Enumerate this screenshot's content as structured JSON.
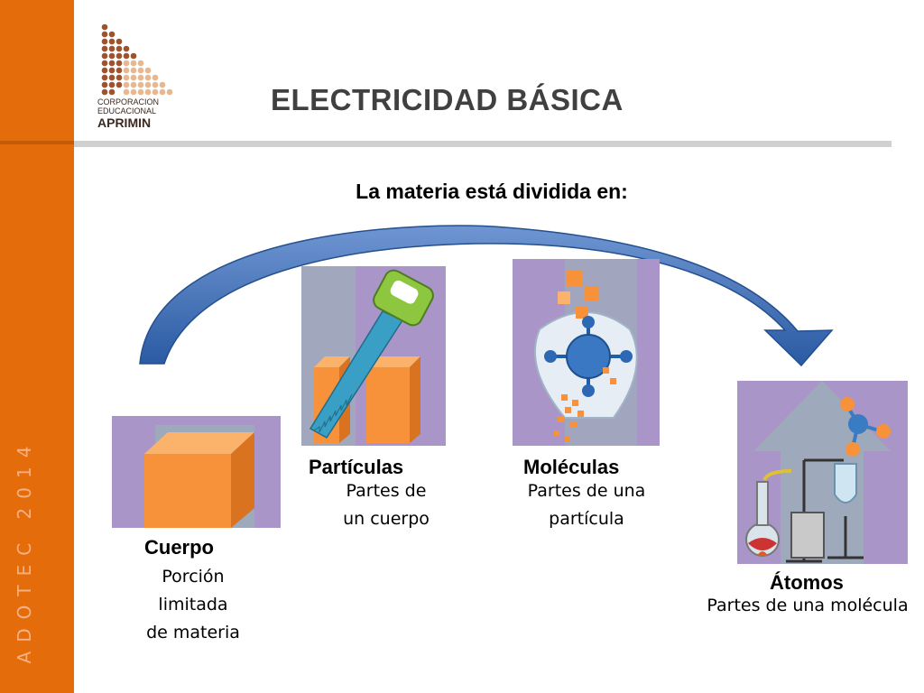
{
  "slide": {
    "title": "ELECTRICIDAD BÁSICA",
    "subtitle": "La materia está  dividida en:",
    "side_text": "ADOTEC 2014",
    "logo": {
      "line1": "CORPORACION",
      "line2": "EDUCACIONAL",
      "brand": "APRIMIN"
    }
  },
  "items": [
    {
      "label": "Cuerpo",
      "desc": [
        "Porción",
        "limitada",
        "de materia"
      ]
    },
    {
      "label": "Partículas",
      "desc": [
        "Partes de",
        "un cuerpo"
      ]
    },
    {
      "label": "Moléculas",
      "desc": [
        "Partes de una",
        "partícula"
      ]
    },
    {
      "label": "Átomos",
      "desc": [
        "Partes de una molécula"
      ]
    }
  ],
  "colors": {
    "sidebar": "#e46c0a",
    "title_text": "#404040",
    "arrow": "#2e5fa8",
    "tile_background": "#b09ac9",
    "cube": "#f7923a"
  }
}
